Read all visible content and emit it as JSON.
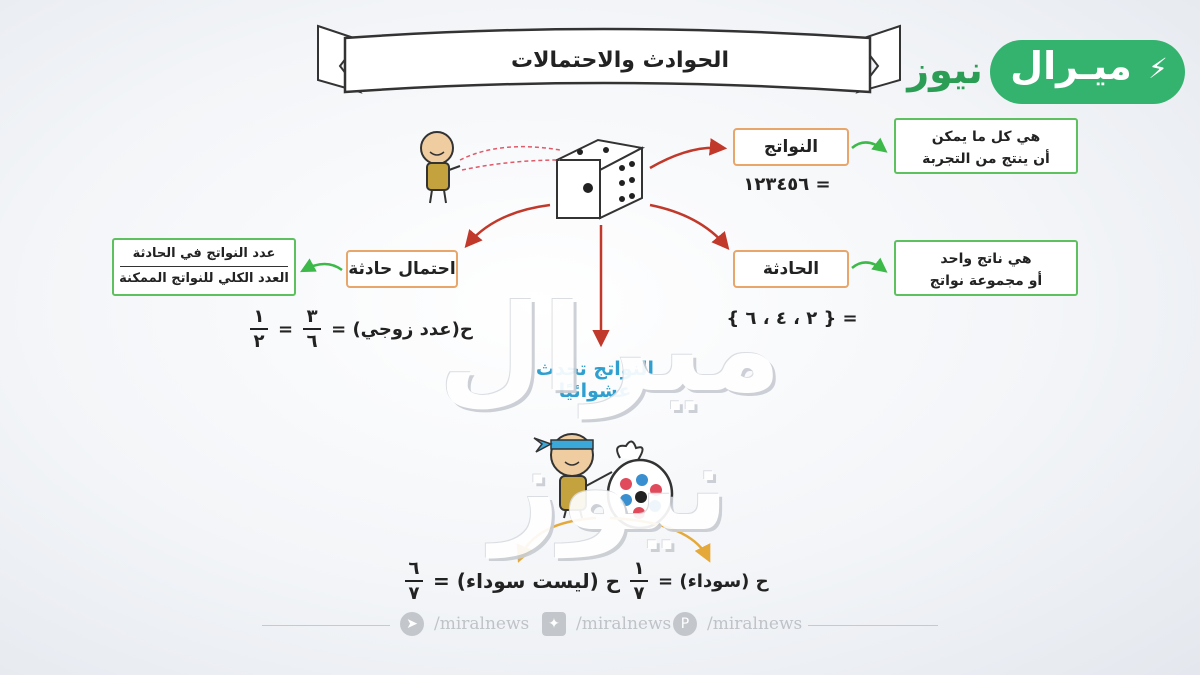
{
  "title": "الحوادث والاحتمالات",
  "logo": {
    "main": "ميـرال",
    "sub": "نيوز",
    "bolt": "⚡"
  },
  "outcomes": {
    "label": "النواتج",
    "definition_line1": "هي كل ما يمكن",
    "definition_line2": "أن ينتج من التجربة",
    "set": "= ١٢٣٤٥٦"
  },
  "event": {
    "label": "الحادثة",
    "definition_line1": "هي ناتج واحد",
    "definition_line2": "أو مجموعة نواتج",
    "set": "= { ٢ ، ٤ ، ٦ }"
  },
  "probability": {
    "label": "احتمال حادثة",
    "formula_numerator": "عدد النواتج في الحادثة",
    "formula_denominator": "العدد الكلي للنواتج الممكنة",
    "expression": "ح(عدد زوجي) =",
    "frac1_num": "٣",
    "frac1_den": "٦",
    "equals": "=",
    "frac2_num": "١",
    "frac2_den": "٢"
  },
  "random_text": "النواتج تحدث عشوائيًا",
  "bag_example": {
    "p_black_label": "ح (سوداء) =",
    "p_black_num": "١",
    "p_black_den": "٧",
    "p_not_black_label": "ح (ليست سوداء) =",
    "p_not_black_num": "٦",
    "p_not_black_den": "٧"
  },
  "watermark": "ميرال نيوز",
  "footer": {
    "telegram": "/miralnews",
    "twitter": "/miralnews",
    "pinterest": "/miralnews"
  },
  "colors": {
    "orange_box": "#e9a66b",
    "green_box": "#5dc15f",
    "red_arrow": "#c0392b",
    "gold_arrow": "#e5a93a",
    "logo_green": "#34b36e",
    "accent_blue": "#2f9fd0"
  }
}
